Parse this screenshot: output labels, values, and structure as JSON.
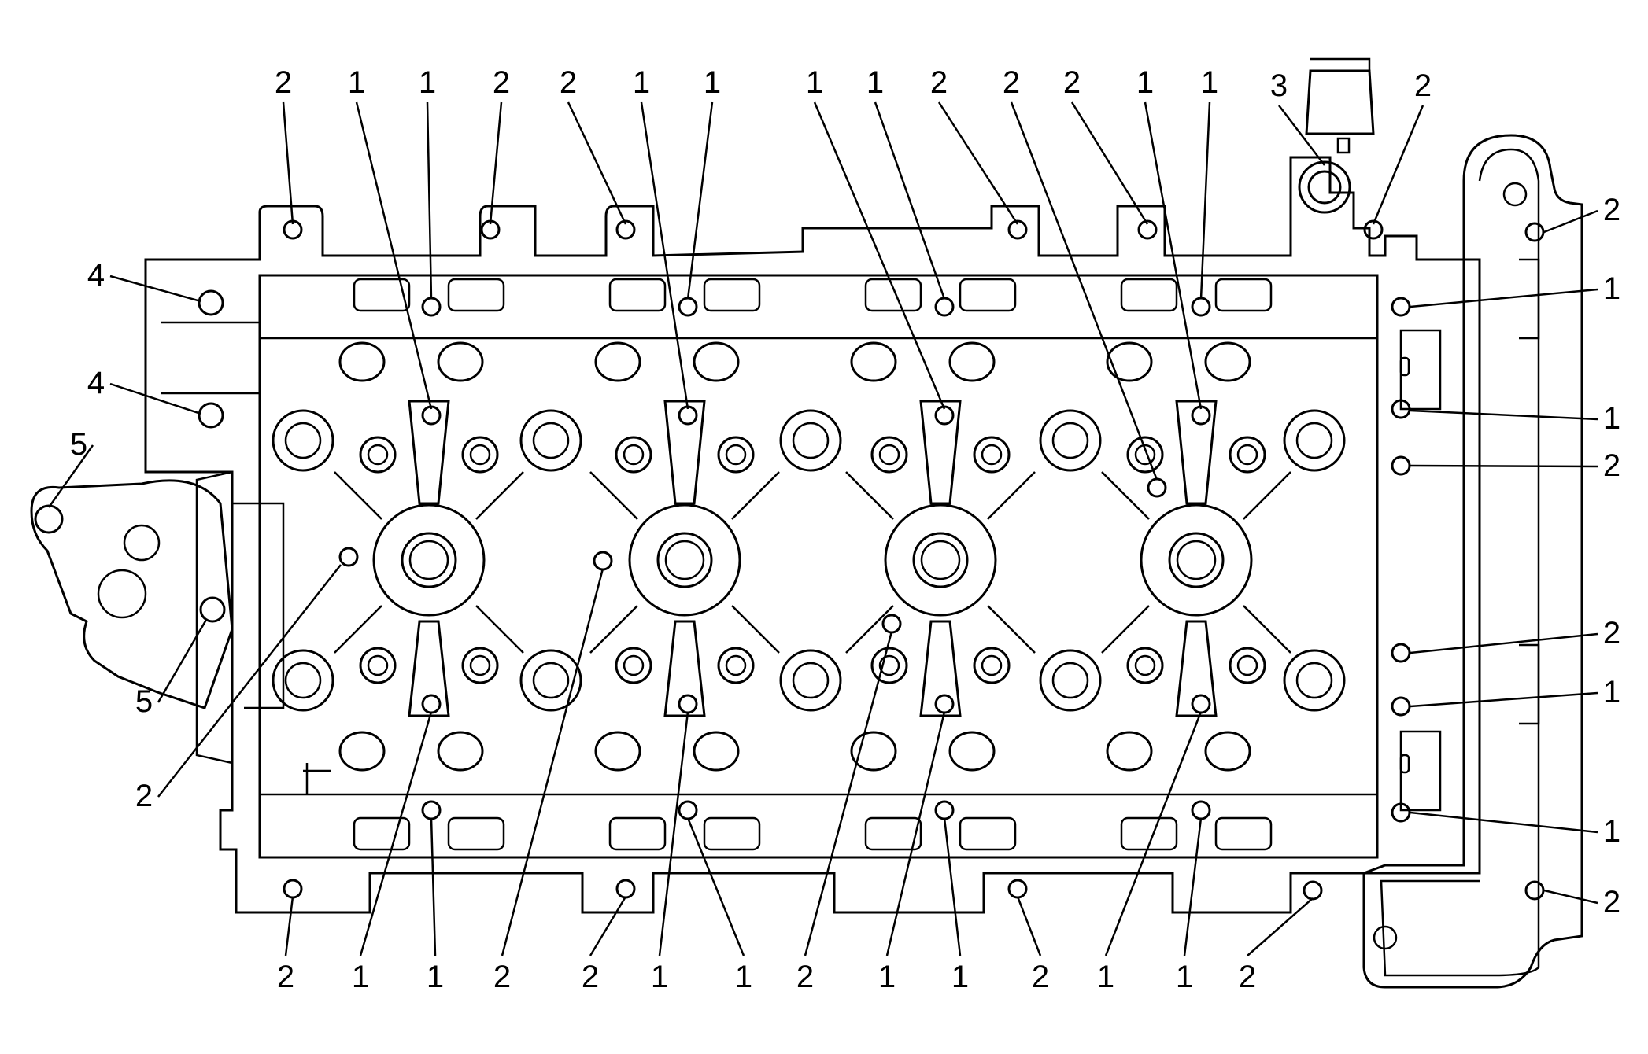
{
  "diagram": {
    "colors": {
      "line": "#000000",
      "background": "#ffffff"
    },
    "callouts": {
      "top": [
        "2",
        "1",
        "1",
        "2",
        "2",
        "1",
        "1",
        "1",
        "1",
        "2",
        "2",
        "2",
        "1",
        "1",
        "3",
        "2"
      ],
      "bottom": [
        "2",
        "1",
        "1",
        "2",
        "2",
        "1",
        "1",
        "2",
        "1",
        "1",
        "2",
        "1",
        "1",
        "2"
      ],
      "left": [
        "4",
        "4",
        "5",
        "5",
        "2"
      ],
      "right": [
        "2",
        "1",
        "1",
        "2",
        "2",
        "1",
        "1",
        "2"
      ]
    }
  }
}
